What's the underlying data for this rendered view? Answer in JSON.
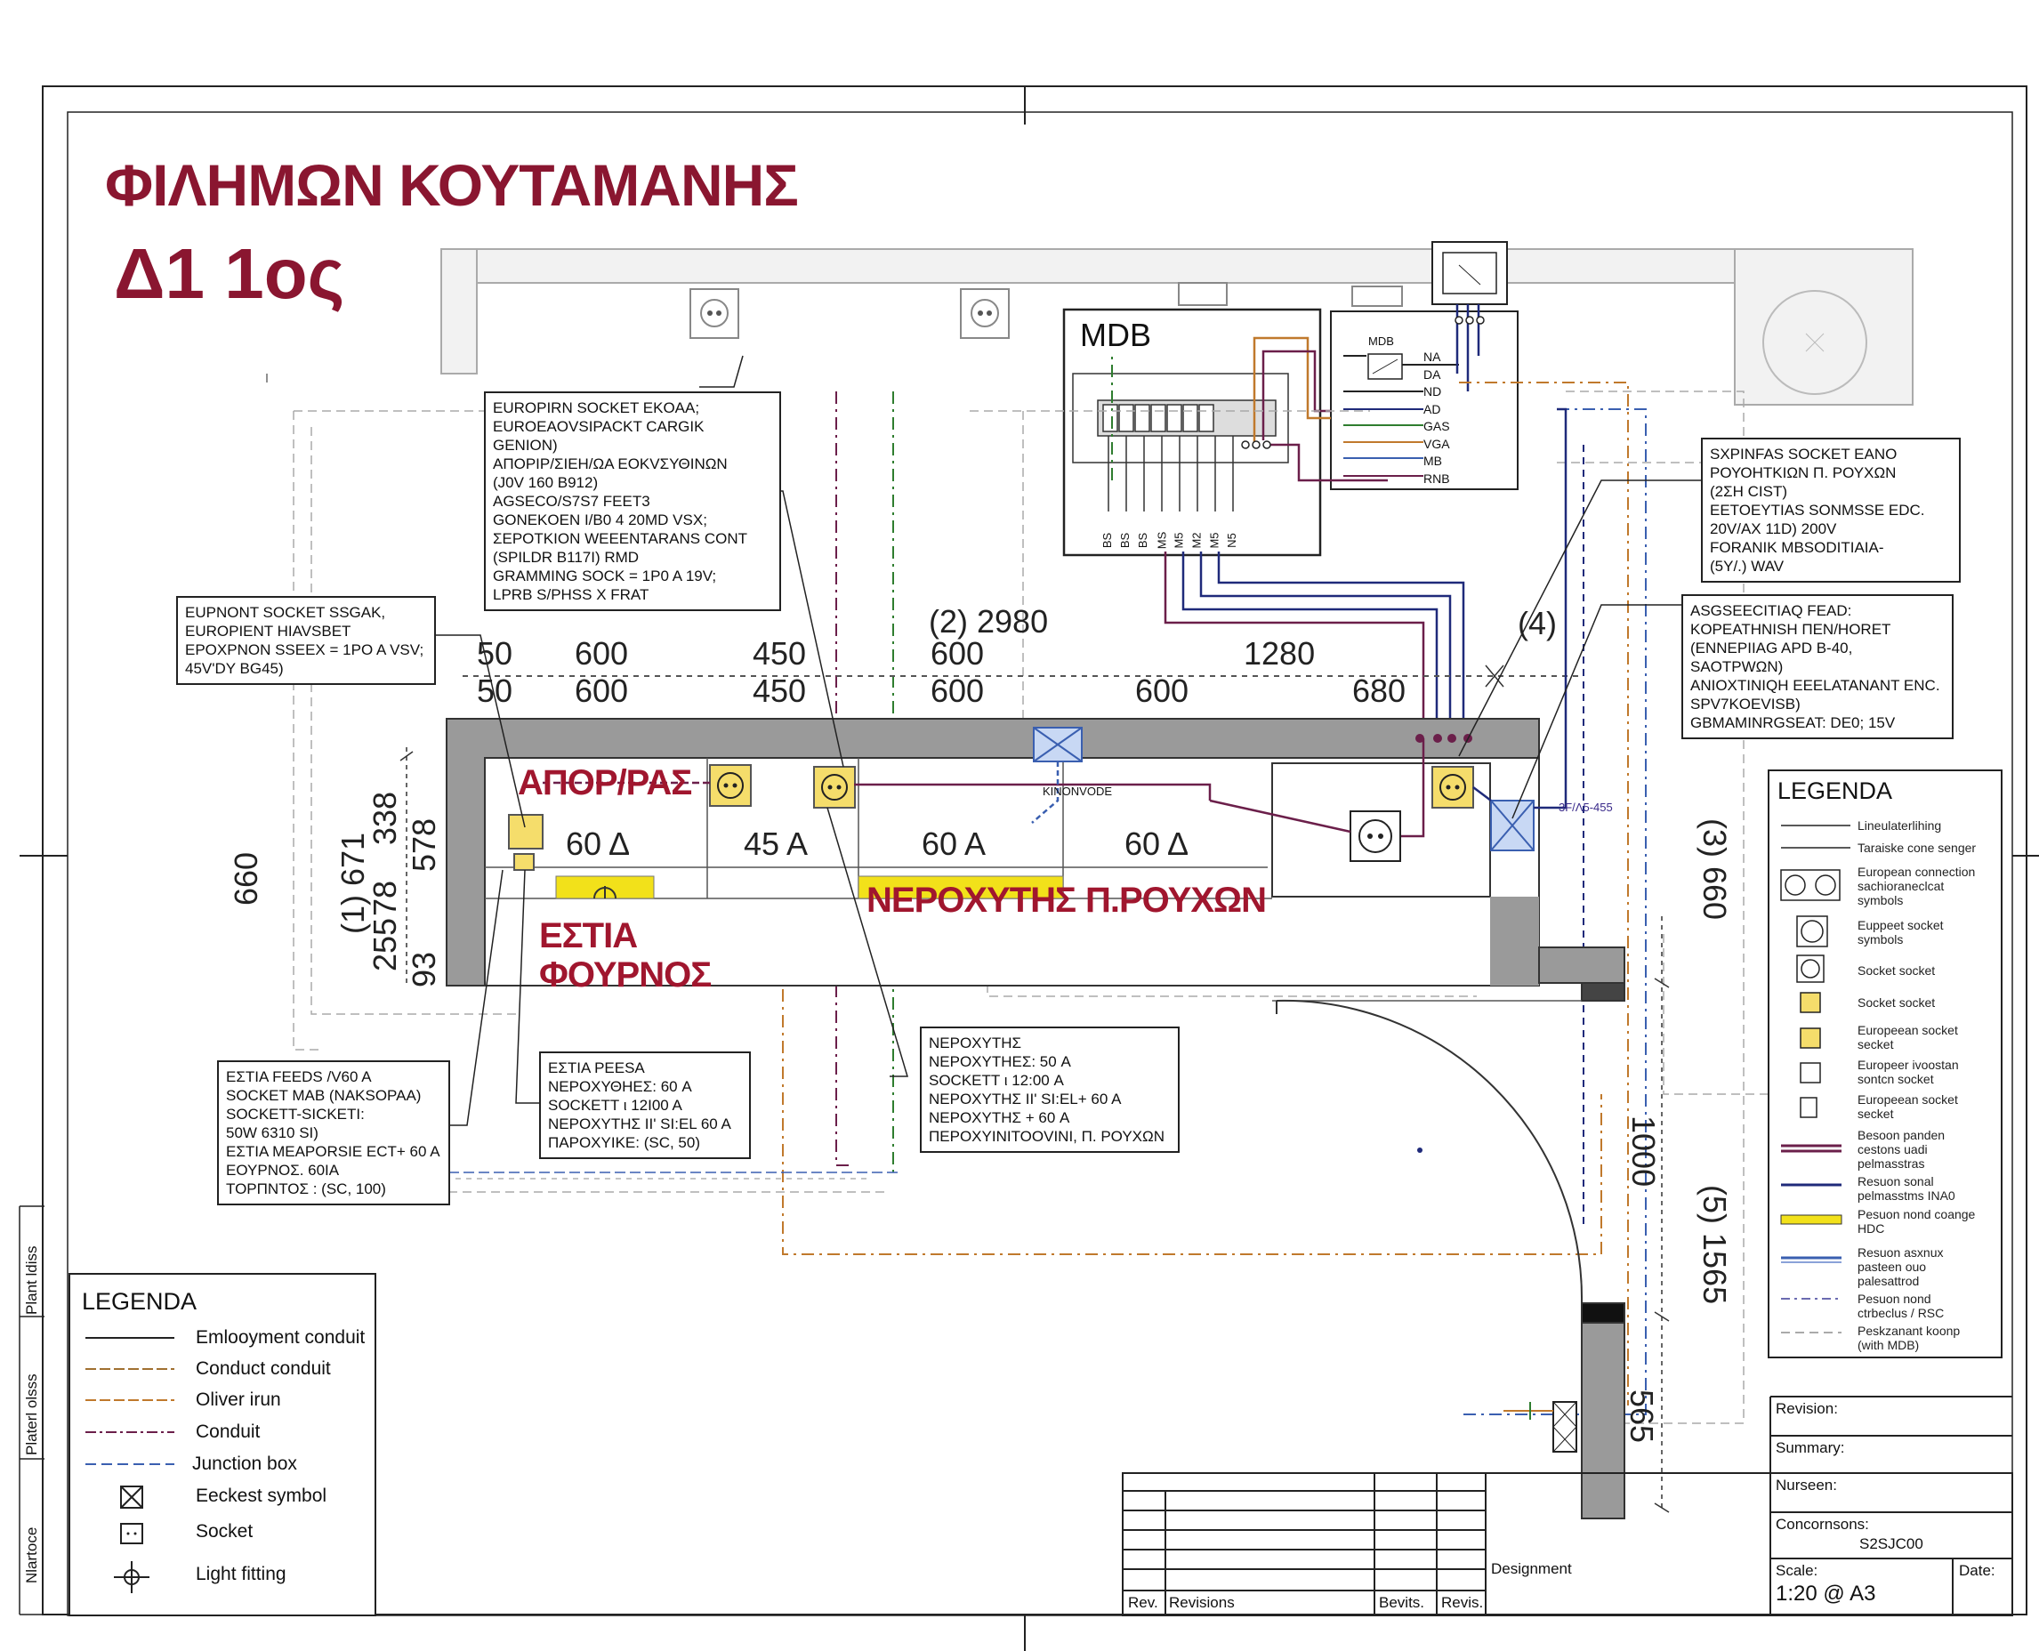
{
  "title": {
    "name": "ΦΙΛΗΜΩΝ ΚΟΥΤΑΜΑΝΗΣ",
    "floor": "Δ1 1ος"
  },
  "mdb": {
    "label": "MDB",
    "breakers": [
      "BS",
      "BS",
      "BS",
      "MS",
      "M5",
      "M2",
      "M5",
      "N5"
    ],
    "detail_label": "MDB",
    "detail_lines": [
      "NA",
      "DA",
      "ND",
      "AD",
      "GAS",
      "VGA",
      "MB",
      "RNB"
    ]
  },
  "notes": {
    "top_left": "EUROPIRN SOCKET EKOAA;\nEUROEAOVSIPACKT CARGIK GENION)\nΑΠΟΡΙΡ/ΣΙΕΗ/ΩΑ ΕΟΚVΣΥΘΙΝΩΝ\n(J0V 160 B912)\nAGSECO/S7S7 FEET3\nGONEKOEN I/B0 4 20MD VSX;\nΣΕΡΟΤΚΙΟΝ WEEENTARANS CONT\n(SPILDR B117I) RMD\nGRAMMING SOCK = 1P0 A 19V;\nLPRB S/PHSS X FRAT",
    "left": "EUPNONT SOCKET SSGAK,\nEUROPIENT HIAVSBET\nΕΡΟΧΡΝΟΝ SSEEX = 1PO A VSV;\n45V'DY BG45)",
    "right_top": "SXPINFAS SOCKET EANO\nΡΟΥΟΗΤΚΙΩΝ Π. ΡΟΥΧΩΝ\n(2ΣΗ CIST)\nEETOEYTIAS SONMSSE EDC.\n20V/AX 11D) 200V\nFORANIK MBSODITIAIA-\n(5Y/.) WAV",
    "right_mid": "ASGSEECITIAQ FEAD:\nKOPEATHNISH ΠΕΝ/HORET\n(ENNEPIIAG APD B-40, SAOTPWΩN)\nANIOXTINIQH EEELATANANT ENC.\nSPV7KOEVISB)\nGBMAMINRGSEAT: DE0; 15V",
    "bottom_left": "ΕΣΤΙΑ FEEDS /V60 A\nSOCKET MAB (NAKSOPAA)\nSOCKETT-SICKETI:\n50W 6310 SI)\nΕΣΤΙΑ ΜΕΑPORSIE ECT+ 60 A\nΕΟΥΡΝΟΣ. 60IA\nΤΟΡΠΝΤΟΣ : (SC, 100)",
    "bottom_mid": "ΕΣΤΙΑ PEESA\nΝΕΡΟΧΥΘΗΕΣ: 60 A\nSOCKETT ι 12I00 A\nΝΕΡΟΧΥΤΗΣ II' SI:EL 60 A\nΠΑΡΟΧΥΙΚΕ: (SC, 50)",
    "bottom_right": "ΝΕΡΟΧΥΤΗΣ\nΝΕΡΟΧΥΤΗΕΣ: 50 A\nSOCKETT ι 12:00 A\nΝΕΡΟΧΥΤΗΣ II' SI:EL+ 60 A\nΝΕΡΟΧΥΤΗΣ + 60 A\nΠΕΡΟΧΥΙΝΙΤΟΟVINI, Π. ΡΟΥΧΩΝ"
  },
  "dimensions": {
    "top_row1": [
      "50",
      "600",
      "450",
      "(2) 2980",
      "1280",
      "(4)"
    ],
    "top_row1b": "600",
    "top_row2": [
      "50",
      "600",
      "450",
      "600",
      "600",
      "680"
    ],
    "left_660": "660",
    "left_stack": "(1) 671",
    "left_sub": [
      "338",
      "578",
      "78",
      "255",
      "93"
    ],
    "right_3": "(3) 660",
    "right_1000": "1000",
    "right_5": "(5) 1565",
    "right_565": "565"
  },
  "rooms": {
    "apor": "ΑΠΟΡ/ΡΑΣ",
    "estia": "ΕΣΤΙΑ\nΦΟΥΡΝΟΣ",
    "neroxytis": "ΝΕΡΟΧΥΤΗΣ",
    "plyntirio": "Π.ΡΟΥΧΩΝ",
    "amps": [
      "60 Δ",
      "45 A",
      "60 A",
      "60 Δ"
    ],
    "kinonode": "KINONVODE",
    "tag": "3F/Λ5-455"
  },
  "legend_right": {
    "title": "LEGENDA",
    "items": [
      "Lineulaterlihing",
      "Taraiske cone senger",
      "European connection\nsachioraneclcat\nsymbols",
      "Euppeet socket\nsymbols",
      "Socket socket",
      "Socket socket",
      "Europeean socket\nsecket",
      "Europeer ivoostan\nsontcn socket",
      "Europeean socket\nsecket",
      "Besoon panden\ncestons uadi\npelmasstras",
      "Resuon sonal\npelmasstms INA0",
      "Pesuon nond coange\nHDC",
      "Resuon asxnux\npasteen ouo\npalesattrod",
      "Pesuon nond\nctrbeclus / RSC",
      "Peskzanant koonp\n(with MDB)"
    ]
  },
  "legend_left": {
    "title": "LEGENDA",
    "items": [
      "Emlooyment conduit",
      "Conduct conduit",
      "Oliver irun",
      "Conduit",
      "Junction box",
      "Eeckest symbol",
      "Socket",
      "Light fitting"
    ]
  },
  "title_block": {
    "revision": "Revision:",
    "summary": "Summary:",
    "nurseen": "Nurseen:",
    "concornsons": "Concornsons:",
    "code": "S2SJC00",
    "designment": "Designment",
    "scale_label": "Scale:",
    "scale_value": "1:20 @ A3",
    "date_label": "Date:",
    "rev": "Rev.",
    "revisions": "Revisions",
    "bevits": "Bevits.",
    "revis": "Revis."
  },
  "sidebar": [
    "Plant ldiss",
    "Platerl olsss",
    "Nlartoce"
  ],
  "colors": {
    "title": "#8a1630",
    "room": "#a0162e",
    "conduit_purple": "#6b1f4a",
    "conduit_navy": "#1f2a7a",
    "conduit_green": "#2f7d2f",
    "conduit_orange": "#c0792c",
    "conduit_blue": "#3a5fb0",
    "yellow": "#f2e11a",
    "wall": "#9a9a9a"
  }
}
